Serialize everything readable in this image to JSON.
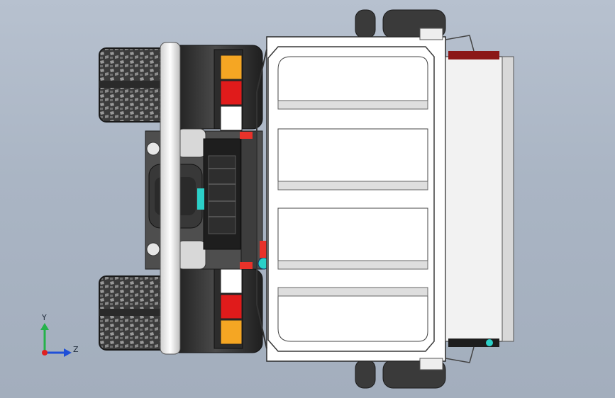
{
  "viewport": {
    "background_top": "#b7c1cf",
    "background_bottom": "#a3aebd"
  },
  "model": {
    "body_color": "#ffffff",
    "outline_color": "#2b2b2b",
    "tire_color": "#3a3a3a",
    "frame_color": "#505050",
    "light_amber": "#f5a623",
    "light_red": "#e01b1b",
    "light_white": "#ffffff",
    "accent_red": "#e8322a",
    "accent_cyan": "#2bd0c8",
    "cargo_slats": 4
  },
  "triad": {
    "y_label": "Y",
    "z_label": "Z",
    "y_color": "#25b24a",
    "z_color": "#1f4fd8",
    "x_color": "#e02020"
  }
}
